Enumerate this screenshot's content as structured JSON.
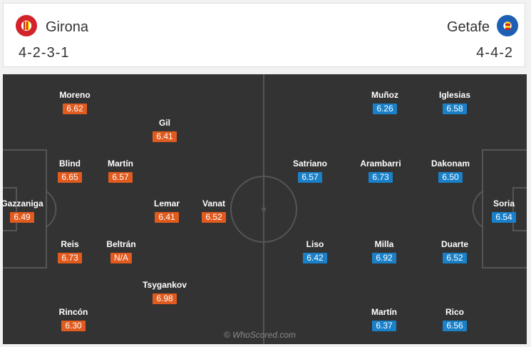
{
  "home": {
    "name": "Girona",
    "formation": "4-2-3-1",
    "color": "#e15a1e",
    "players": [
      {
        "name": "Moreno",
        "rating": "6.62"
      },
      {
        "name": "Gil",
        "rating": "6.41"
      },
      {
        "name": "Blind",
        "rating": "6.65"
      },
      {
        "name": "Martín",
        "rating": "6.57"
      },
      {
        "name": "Gazzaniga",
        "rating": "6.49"
      },
      {
        "name": "Lemar",
        "rating": "6.41"
      },
      {
        "name": "Vanat",
        "rating": "6.52"
      },
      {
        "name": "Reis",
        "rating": "6.73"
      },
      {
        "name": "Beltrán",
        "rating": "N/A"
      },
      {
        "name": "Tsygankov",
        "rating": "6.98"
      },
      {
        "name": "Rincón",
        "rating": "6.30"
      }
    ]
  },
  "away": {
    "name": "Getafe",
    "formation": "4-4-2",
    "color": "#1a80c8",
    "players": [
      {
        "name": "Muñoz",
        "rating": "6.26"
      },
      {
        "name": "Iglesias",
        "rating": "6.58"
      },
      {
        "name": "Satriano",
        "rating": "6.57"
      },
      {
        "name": "Arambarri",
        "rating": "6.73"
      },
      {
        "name": "Dakonam",
        "rating": "6.50"
      },
      {
        "name": "Soria",
        "rating": "6.54"
      },
      {
        "name": "Liso",
        "rating": "6.42"
      },
      {
        "name": "Milla",
        "rating": "6.92"
      },
      {
        "name": "Duarte",
        "rating": "6.52"
      },
      {
        "name": "Martín",
        "rating": "6.37"
      },
      {
        "name": "Rico",
        "rating": "6.56"
      }
    ]
  },
  "pitch": {
    "background": "#333333",
    "line_color": "#555555"
  },
  "watermark": "© WhoScored.com"
}
